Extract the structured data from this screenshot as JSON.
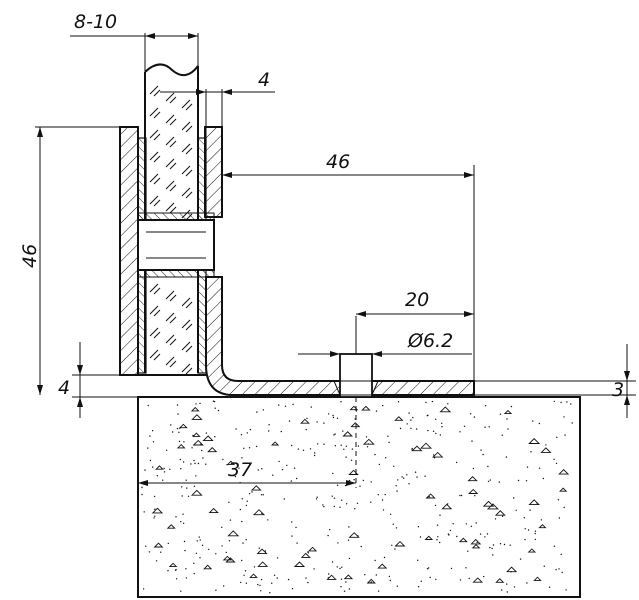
{
  "dimensions": {
    "glass_thickness": "8-10",
    "gasket_thickness": "4",
    "height": "46",
    "horizontal_length": "46",
    "hole_offset": "20",
    "hole_diameter": "Ø6.2",
    "base_thickness": "4",
    "plate_thickness": "3",
    "screw_distance": "37"
  }
}
